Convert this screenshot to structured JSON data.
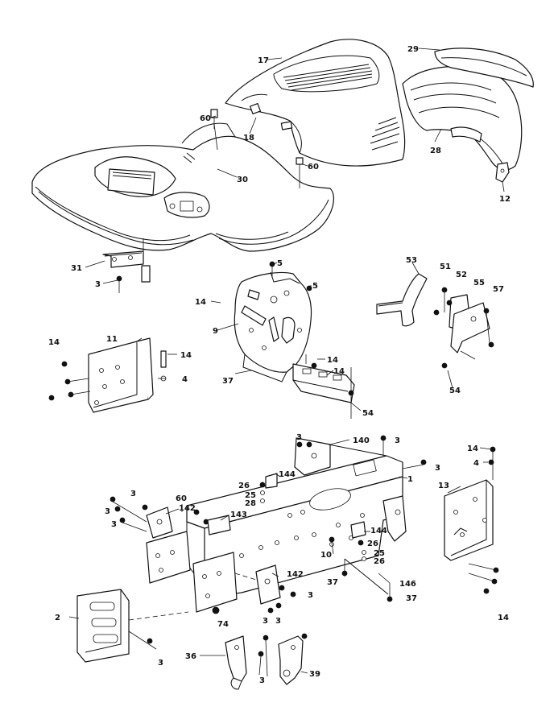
{
  "callouts": {
    "c17": "17",
    "c29": "29",
    "c60a": "60",
    "c18": "18",
    "c28": "28",
    "c30": "30",
    "c60b": "60",
    "c12": "12",
    "c31": "31",
    "c3a": "3",
    "c5a": "5",
    "c5b": "5",
    "c53": "53",
    "c51": "51",
    "c52": "52",
    "c55": "55",
    "c57": "57",
    "c14a": "14",
    "c9": "9",
    "c11": "11",
    "c14b": "14",
    "c14c": "14",
    "c4a": "4",
    "c14d": "14",
    "c14e": "14",
    "c37a": "37",
    "c54a": "54",
    "c54b": "54",
    "c3b": "3",
    "c140": "140",
    "c3c": "3",
    "c3d": "3",
    "c1": "1",
    "c14f": "14",
    "c4b": "4",
    "c13": "13",
    "c144a": "144",
    "c26a": "26",
    "c25a": "25",
    "c28b": "28",
    "c3e": "3",
    "c60c": "60",
    "c3f": "3",
    "c3g": "3",
    "c142a": "142",
    "c143": "143",
    "c144b": "144",
    "c26b": "26",
    "c10": "10",
    "c25b": "25",
    "c26c": "26",
    "c37b": "37",
    "c146": "146",
    "c37c": "37",
    "c142b": "142",
    "c3h": "3",
    "c3i": "3",
    "c3j": "3",
    "c2": "2",
    "c74": "74",
    "c3k": "3",
    "c14g": "14",
    "c36": "36",
    "c3l": "3",
    "c39": "39"
  }
}
